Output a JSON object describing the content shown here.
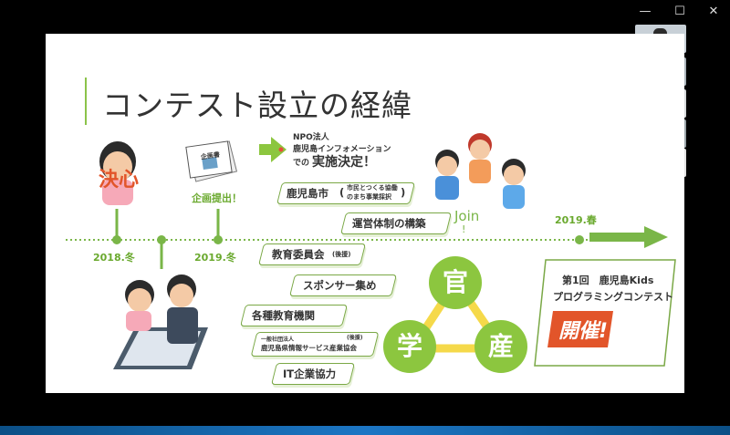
{
  "window": {
    "minimize_glyph": "—",
    "maximize_glyph": "☐",
    "close_glyph": "✕"
  },
  "slide": {
    "title": "コンテスト設立の経緯",
    "resolve_label": "決心",
    "proposal_doc_label": "企画書",
    "proposal_label": "企画提出！",
    "npo_line1": "NPO法人",
    "npo_line2": "鹿児島インフォメーション",
    "npo_line3_prefix": "での",
    "npo_line3_main": "実施決定！",
    "tag_city": "鹿児島市",
    "tag_city_sub1": "市民とつくる協働",
    "tag_city_sub2": "のまち事業採択",
    "tag_city_paren_open": "(",
    "tag_city_paren_close": ")",
    "tag_operation": "運営体制の構築",
    "tag_education_board": "教育委員会",
    "tag_education_board_note": "(後援)",
    "tag_sponsor": "スポンサー集め",
    "tag_institutions": "各種教育機関",
    "tag_assoc_small": "一般社団法人",
    "tag_assoc": "鹿児島県情報サービス産業協会",
    "tag_assoc_note": "(後援)",
    "tag_it": "IT企業協力",
    "join_label": "Join",
    "join_mark": "!",
    "dates": [
      "2018.冬",
      "2019.冬",
      "2019.春"
    ],
    "circle_labels": [
      "官",
      "学",
      "産"
    ],
    "result_line1": "第1回　鹿児島Kids",
    "result_line2": "プログラミングコンテスト",
    "result_badge": "開催!"
  },
  "participants": 5,
  "colors": {
    "accent_green": "#8cc63f",
    "timeline_green": "#7ab648",
    "title_text": "#333333",
    "badge_orange": "#e2552a",
    "taskbar_blue": "#1c76c4"
  }
}
